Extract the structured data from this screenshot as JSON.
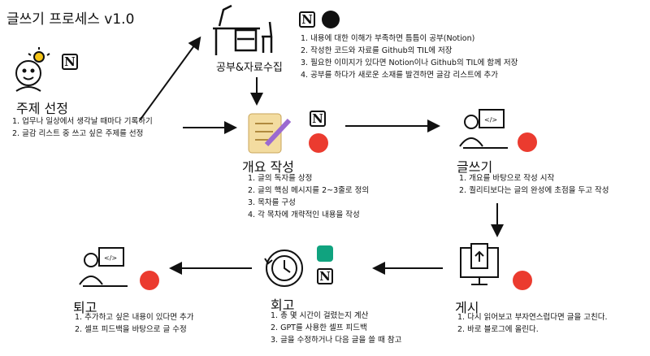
{
  "title": "글쓰기 프로세스 v1.0",
  "steps": {
    "topic": {
      "title": "주제 선정",
      "items": [
        "1.  업무나 일상에서 생각날 때마다 기록하기",
        "2.  글감 리스트 중 쓰고 싶은 주제를 선정"
      ]
    },
    "study": {
      "title": "공부&자료수집",
      "items": [
        "1.  내용에 대한 이해가 부족하면 틈틈이 공부(Notion)",
        "2.  작성한 코드와 자료를 Github의 TIL에 저장",
        "3.  필요한 이미지가 있다면 Notion이나 Github의 TIL에 함께 저장",
        "4.  공부를 하다가 새로운 소재를 발견하면 글감 리스트에 추가"
      ]
    },
    "outline": {
      "title": "개요 작성",
      "items": [
        "1.  글의 독자를 상정",
        "2.  글의 핵심 메시지를 2~3줄로 정의",
        "3.  목차를 구성",
        "4.  각 목차에 개략적인 내용을 작성"
      ]
    },
    "write": {
      "title": "글쓰기",
      "items": [
        "1.  개요를 바탕으로 작성 시작",
        "2.  퀄리티보다는 글의 완성에 초점을 두고 작성"
      ]
    },
    "publish": {
      "title": "게시",
      "items": [
        "1.  다시 읽어보고 부자연스럽다면 글을 고친다.",
        "2.  바로 블로그에 올린다."
      ]
    },
    "retro": {
      "title": "회고",
      "items": [
        "1.  총 몇 시간이 걸렸는지 계산",
        "2.  GPT를 사용한 셀프 피드백",
        "3.  글을 수정하거나 다음 글을 쓸 때 참고"
      ]
    },
    "revise": {
      "title": "퇴고",
      "items": [
        "1.  추가하고 싶은 내용이 있다면 추가",
        "2.  셀프 피드백을 바탕으로 글 수정"
      ]
    }
  },
  "logos": {
    "notion": "N"
  },
  "colors": {
    "tistory": "#eb3b2f",
    "chatgpt": "#10a37f"
  }
}
